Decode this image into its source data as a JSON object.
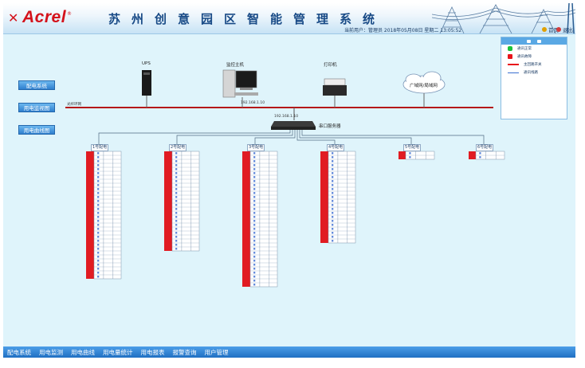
{
  "header": {
    "logo_mark": "✕",
    "logo": "Acrel",
    "logo_registered": "®",
    "title": "苏州创意园区智能管理系统",
    "user_text": "当前用户：管理员  2018年05月08日 星期二  13:05:52",
    "btn_home": "首页",
    "btn_exit": "退出"
  },
  "side_buttons": [
    "配电系统",
    "用电监视图",
    "用电曲线图"
  ],
  "network": {
    "ups": "UPS",
    "pc": "监控主机",
    "printer": "打印机",
    "cloud": "广域网/局域网",
    "ring": "光纤环网",
    "switch": "串口服务器",
    "switch_addr": "192.168.1.10",
    "pc_addr": "192.168.1.10"
  },
  "legend": {
    "items": [
      "通讯正常",
      "通讯故障",
      "主回路开关",
      "通讯线路"
    ],
    "colors": [
      "#19c23a",
      "#e8151b",
      "#e8151b",
      "#3b6fd1"
    ]
  },
  "panels": [
    {
      "label": "1号配电",
      "rows": 32
    },
    {
      "label": "2号配电",
      "rows": 25
    },
    {
      "label": "3号配电",
      "rows": 34
    },
    {
      "label": "4号配电",
      "rows": 23
    },
    {
      "label": "5号配电",
      "rows": 2
    },
    {
      "label": "6号配电",
      "rows": 2
    }
  ],
  "tabs": [
    "配电系统",
    "用电监测",
    "用电曲线",
    "用电量统计",
    "用电报表",
    "报警查询",
    "用户管理"
  ]
}
